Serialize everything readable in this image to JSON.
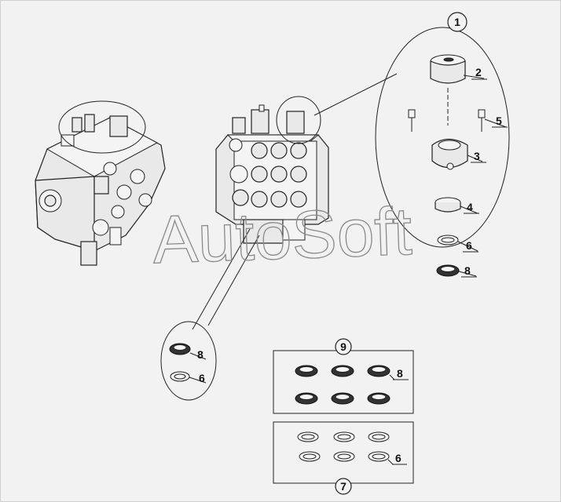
{
  "watermark": "AutoSoft",
  "callouts": {
    "c1": "1",
    "c2": "2",
    "c3": "3",
    "c4": "4",
    "c5": "5",
    "c6a": "6",
    "c8a": "8",
    "c8b": "8",
    "c6b": "6",
    "c9": "9",
    "c8c": "8",
    "c6c": "6",
    "c7": "7"
  }
}
